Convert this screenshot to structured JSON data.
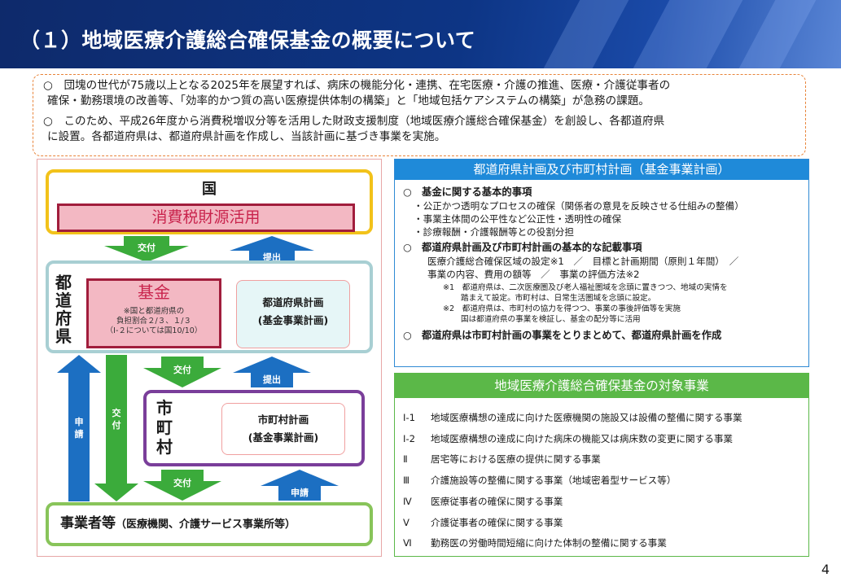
{
  "header": {
    "title": "（１）地域医療介護総合確保基金の概要について"
  },
  "intro": {
    "line1": "○　団塊の世代が75歳以上となる2025年を展望すれば、病床の機能分化・連携、在宅医療・介護の推進、医療・介護従事者の",
    "line2": "確保・勤務環境の改善等、「効率的かつ質の高い医療提供体制の構築」と「地域包括ケアシステムの構築」が急務の課題。",
    "line3": "○　このため、平成26年度から消費税増収分等を活用した財政支援制度（地域医療介護総合確保基金）を創設し、各都道府県",
    "line4": "に設置。各都道府県は、都道府県計画を作成し、当該計画に基づき事業を実施。"
  },
  "diagram": {
    "kuni": "国",
    "tax": "消費税財源活用",
    "pref_label": "都道府県",
    "fund_title": "基金",
    "fund_note1": "※国と都道府県の",
    "fund_note2": "負担割合２/３、１/３",
    "fund_note3": "（Ⅰ-２については国10/10）",
    "pref_plan1": "都道府県計画",
    "pref_plan2": "(基金事業計画)",
    "city_label": "市町村",
    "city_plan1": "市町村計画",
    "city_plan2": "(基金事業計画)",
    "biz_main": "事業者等",
    "biz_sub": "（医療機関、介護サービス事業所等）",
    "arrow_kofu": "交付",
    "arrow_teishutsu": "提出",
    "arrow_shinsei": "申請"
  },
  "plan_panel": {
    "heading": "都道府県計画及び市町村計画（基金事業計画）",
    "b1": "○　基金に関する基本的事項",
    "b1_items": [
      "・公正かつ透明なプロセスの確保（関係者の意見を反映させる仕組みの整備）",
      "・事業主体間の公平性など公正性・透明性の確保",
      "・診療報酬・介護報酬等との役割分担"
    ],
    "b2": "○　都道府県計画及び市町村計画の基本的な記載事項",
    "b2_line1": "医療介護総合確保区域の設定※1　／　目標と計画期間（原則１年間）　／",
    "b2_line2": "事業の内容、費用の額等　／　事業の評価方法※2",
    "note1a": "※1　都道府県は、二次医療圏及び老人福祉圏域を念頭に置きつつ、地域の実情を",
    "note1b": "踏まえて設定。市町村は、日常生活圏域を念頭に設定。",
    "note2a": "※2　都道府県は、市町村の協力を得つつ、事業の事後評価等を実施",
    "note2b": "国は都道府県の事業を検証し、基金の配分等に活用",
    "b3": "○　都道府県は市町村計画の事業をとりまとめて、都道府県計画を作成"
  },
  "target_panel": {
    "heading": "地域医療介護総合確保基金の対象事業",
    "items": [
      {
        "num": "Ⅰ-1",
        "text": "地域医療構想の達成に向けた医療機関の施設又は設備の整備に関する事業"
      },
      {
        "num": "Ⅰ-2",
        "text": "地域医療構想の達成に向けた病床の機能又は病床数の変更に関する事業"
      },
      {
        "num": "Ⅱ",
        "text": "居宅等における医療の提供に関する事業"
      },
      {
        "num": "Ⅲ",
        "text": "介護施設等の整備に関する事業（地域密着型サービス等）"
      },
      {
        "num": "Ⅳ",
        "text": "医療従事者の確保に関する事業"
      },
      {
        "num": "Ⅴ",
        "text": "介護従事者の確保に関する事業"
      },
      {
        "num": "Ⅵ",
        "text": "勤務医の労働時間短縮に向けた体制の整備に関する事業"
      }
    ]
  },
  "page_number": "4",
  "colors": {
    "header_bg": "#0d3585",
    "kuni_border": "#f2c21a",
    "fund_fill": "#f3b8c3",
    "fund_border": "#a11d3c",
    "pref_border": "#a8cfd3",
    "city_border": "#7a3e9a",
    "biz_border": "#88c45a",
    "arrow_green": "#3bab3b",
    "arrow_blue": "#1c6fc2",
    "panel_blue": "#1f8ad9",
    "panel_green": "#5bb848"
  }
}
